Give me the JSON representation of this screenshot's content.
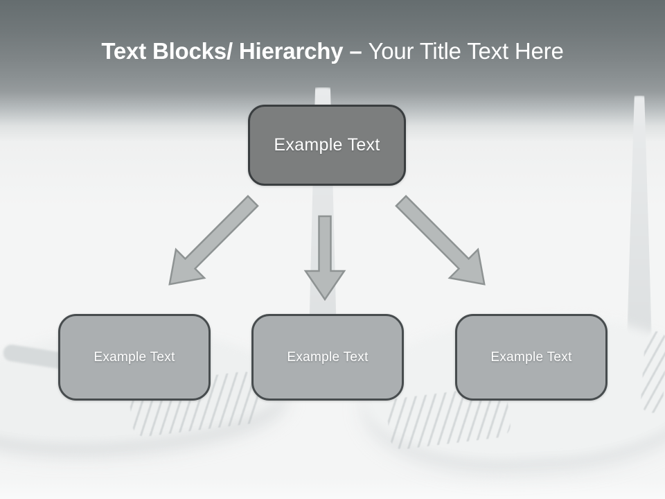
{
  "slide": {
    "title": {
      "topic_bold": "Text Blocks/ Hierarchy –",
      "subtitle_regular": "Your Title Text Here"
    },
    "diagram": {
      "type": "hierarchy",
      "root": {
        "label": "Example Text"
      },
      "children": [
        {
          "label": "Example Text"
        },
        {
          "label": "Example Text"
        },
        {
          "label": "Example Text"
        }
      ],
      "connectors": [
        "arrow-down-left",
        "arrow-down",
        "arrow-down-right"
      ]
    },
    "colors": {
      "header_gradient_top": "#656d6f",
      "header_gradient_mid": "#969b9d",
      "canvas_background": "#f4f5f5",
      "root_block_fill": "#7c7e7e",
      "root_block_border": "#3a3e40",
      "child_block_fill": "#abafb1",
      "child_block_border": "#474c4e",
      "arrow_fill": "#b6baba",
      "arrow_stroke": "#8e9393",
      "title_text": "#ffffff",
      "block_text": "#ffffff"
    }
  }
}
